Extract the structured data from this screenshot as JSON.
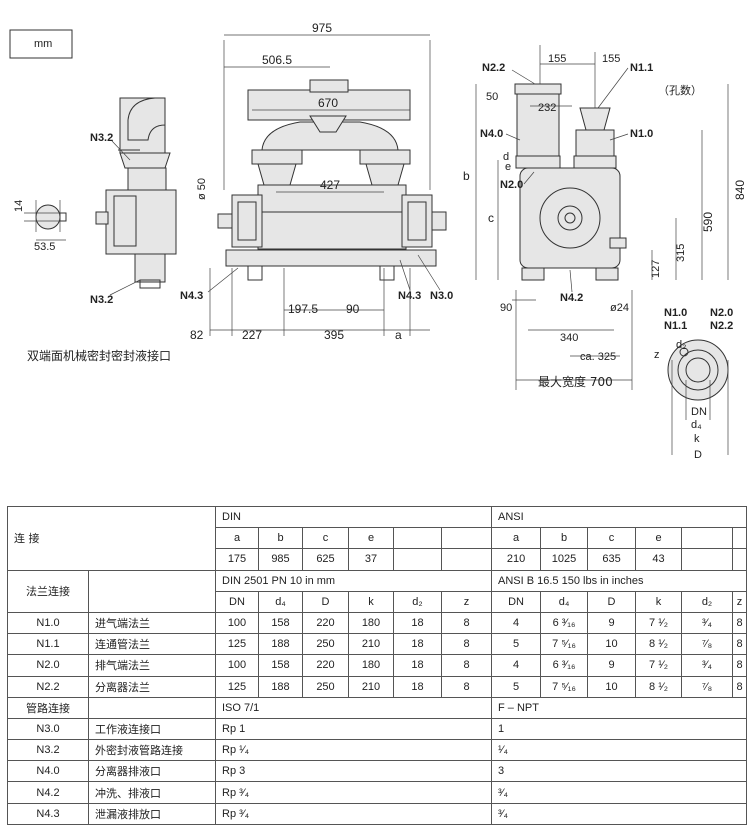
{
  "drawing": {
    "unit": "mm",
    "hole_count_note": "（孔数）",
    "seal_caption": "双端面机械密封密封液接口",
    "max_width_label": "最大宽度 700",
    "dims": {
      "d975": "975",
      "d506": "506.5",
      "d670": "670",
      "d427": "427",
      "d50": "ø 50",
      "d14": "14",
      "d53": "53.5",
      "d82": "82",
      "d227": "227",
      "d395": "395",
      "da": "a",
      "d1975": "197.5",
      "d90a": "90",
      "d155a": "155",
      "d155b": "155",
      "d50b": "50",
      "d232": "232",
      "db": "b",
      "dc": "c",
      "dd": "d",
      "de": "e",
      "d840": "840",
      "d590": "590",
      "d315": "315",
      "d127": "127",
      "d90b": "90",
      "d24": "ø24",
      "d340": "340",
      "d325": "ca. 325",
      "dDN": "DN",
      "dd4": "d₄",
      "dk": "k",
      "dD": "D",
      "dd2": "d₂",
      "dz": "z"
    },
    "labels": {
      "n32a": "N3.2",
      "n32b": "N3.2",
      "n43a": "N4.3",
      "n43b": "N4.3",
      "n30": "N3.0",
      "n22": "N2.2",
      "n11": "N1.1",
      "n40": "N4.0",
      "n10": "N1.0",
      "n20": "N2.0",
      "n42": "N4.2",
      "f_n10": "N1.0",
      "f_n11": "N1.1",
      "f_n20": "N2.0",
      "f_n22": "N2.2"
    }
  },
  "table": {
    "conn_label": "连 接",
    "din": {
      "title": "DIN",
      "heads": [
        "a",
        "b",
        "c",
        "e"
      ],
      "values": [
        "175",
        "985",
        "625",
        "37"
      ]
    },
    "ansi": {
      "title": "ANSI",
      "heads": [
        "a",
        "b",
        "c",
        "e"
      ],
      "values": [
        "210",
        "1025",
        "635",
        "43"
      ]
    },
    "flange_label": "法兰连接",
    "flange_std_din": "DIN 2501 PN 10 in mm",
    "flange_std_ansi": "ANSI B 16.5 150 lbs in inches",
    "flange_cols": [
      "DN",
      "d₄",
      "D",
      "k",
      "d₂",
      "z"
    ],
    "flange_rows": [
      {
        "code": "N1.0",
        "name": "进气端法兰",
        "din": [
          "100",
          "158",
          "220",
          "180",
          "18",
          "8"
        ],
        "ansi": [
          "4",
          "6 ³⁄₁₆",
          "9",
          "7 ¹⁄₂",
          "³⁄₄",
          "8"
        ]
      },
      {
        "code": "N1.1",
        "name": "连通管法兰",
        "din": [
          "125",
          "188",
          "250",
          "210",
          "18",
          "8"
        ],
        "ansi": [
          "5",
          "7 ⁵⁄₁₆",
          "10",
          "8 ¹⁄₂",
          "⁷⁄₈",
          "8"
        ]
      },
      {
        "code": "N2.0",
        "name": "排气端法兰",
        "din": [
          "100",
          "158",
          "220",
          "180",
          "18",
          "8"
        ],
        "ansi": [
          "4",
          "6 ³⁄₁₆",
          "9",
          "7 ¹⁄₂",
          "³⁄₄",
          "8"
        ]
      },
      {
        "code": "N2.2",
        "name": "分离器法兰",
        "din": [
          "125",
          "188",
          "250",
          "210",
          "18",
          "8"
        ],
        "ansi": [
          "5",
          "7 ⁵⁄₁₆",
          "10",
          "8 ¹⁄₂",
          "⁷⁄₈",
          "8"
        ]
      }
    ],
    "pipe_label": "管路连接",
    "pipe_std_din": "ISO 7/1",
    "pipe_std_ansi": "F – NPT",
    "pipe_rows": [
      {
        "code": "N3.0",
        "name": "工作液连接口",
        "din": "Rp 1",
        "ansi": "1"
      },
      {
        "code": "N3.2",
        "name": "外密封液管路连接",
        "din": "Rp ¹⁄₄",
        "ansi": "¹⁄₄"
      },
      {
        "code": "N4.0",
        "name": "分离器排液口",
        "din": "Rp 3",
        "ansi": "3"
      },
      {
        "code": "N4.2",
        "name": "冲洗、排液口",
        "din": "Rp ³⁄₄",
        "ansi": "³⁄₄"
      },
      {
        "code": "N4.3",
        "name": "泄漏液排放口",
        "din": "Rp ³⁄₄",
        "ansi": "³⁄₄"
      }
    ]
  }
}
